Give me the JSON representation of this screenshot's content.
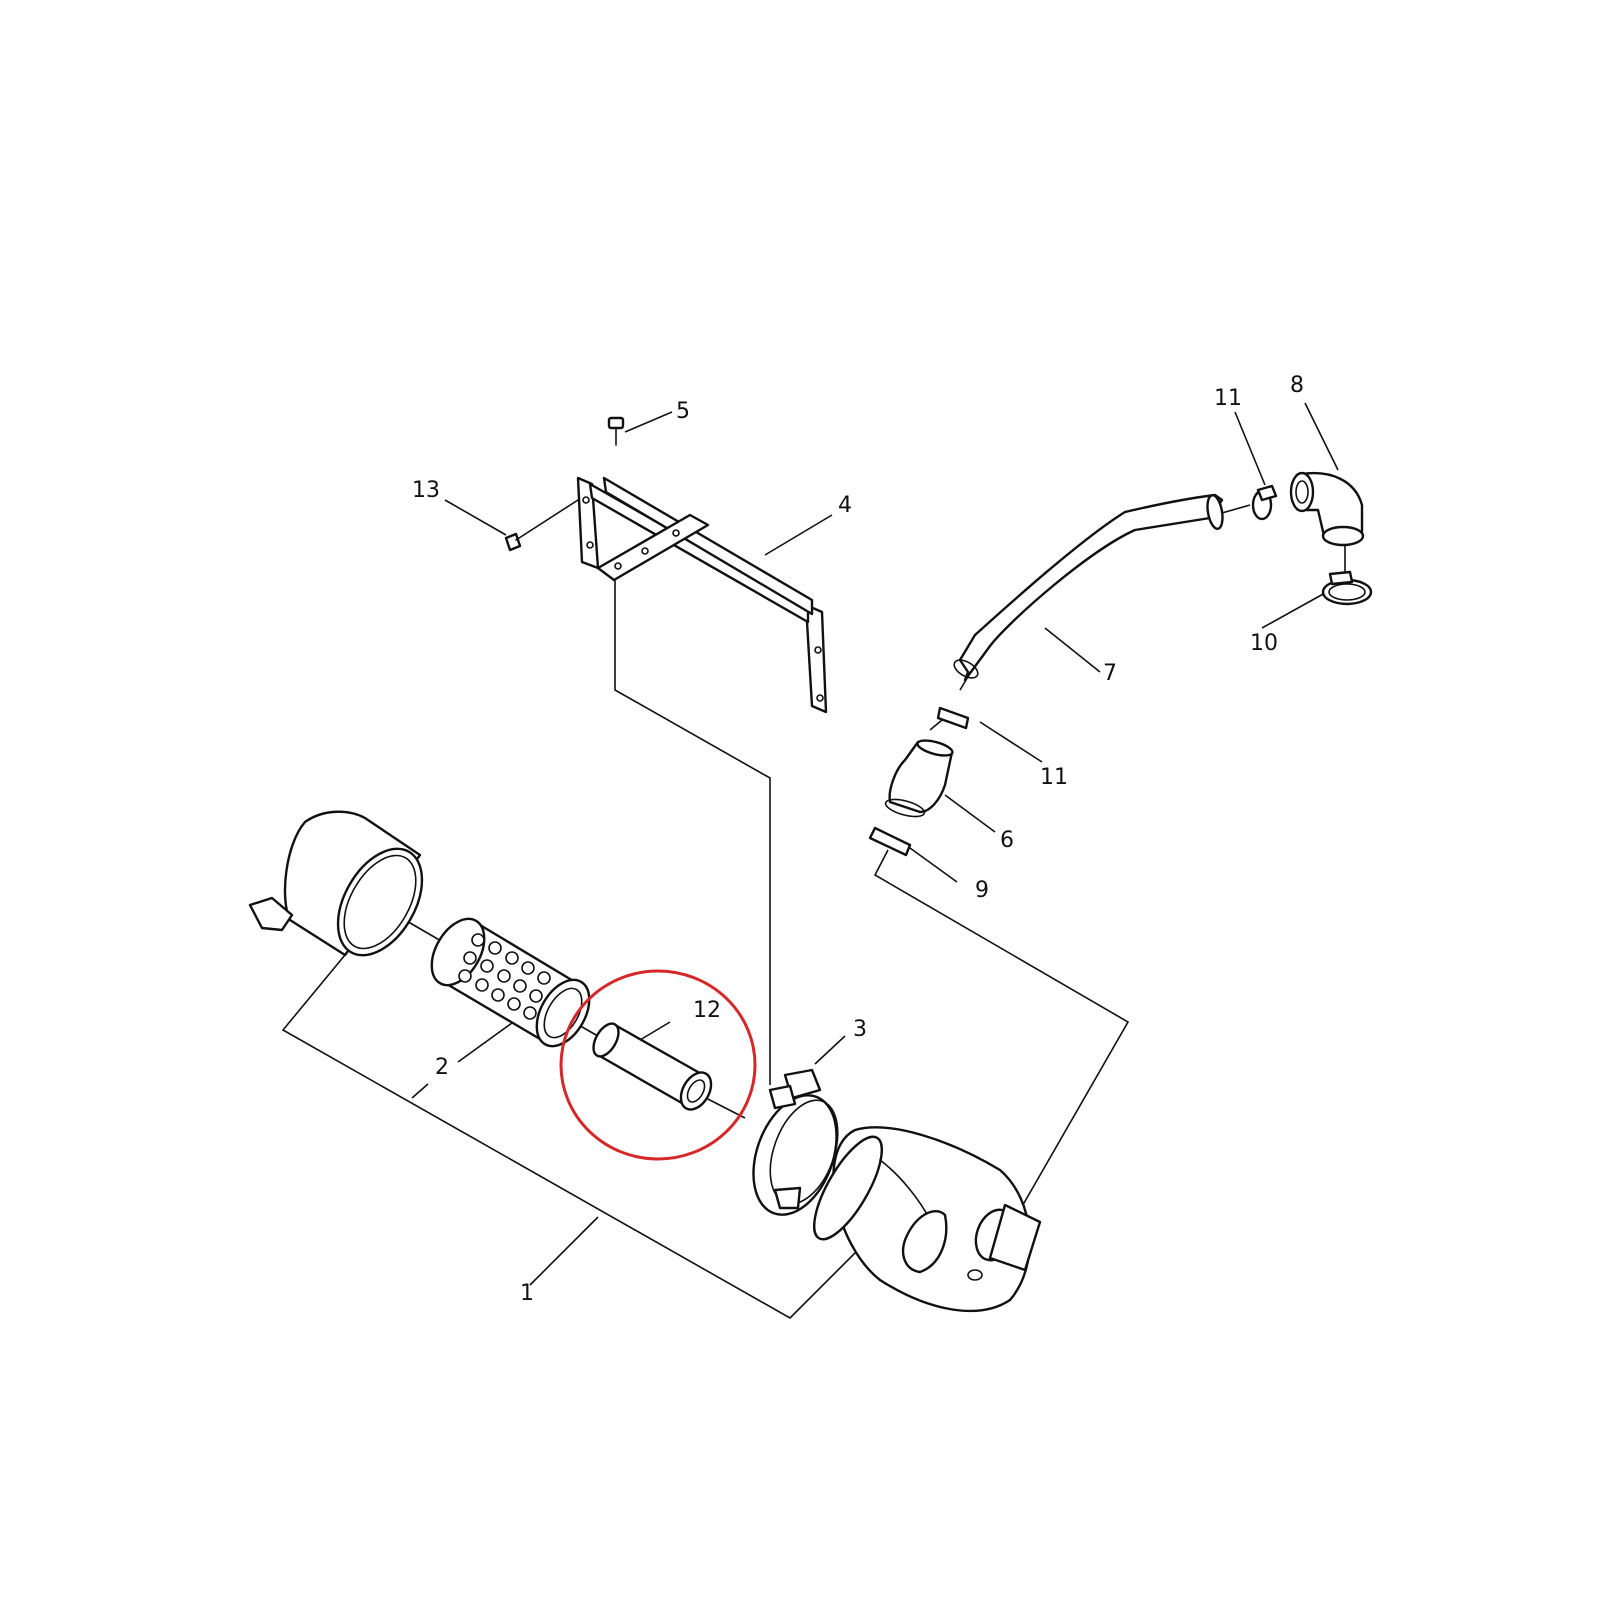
{
  "diagram": {
    "callouts": [
      {
        "id": "c1",
        "label": "1"
      },
      {
        "id": "c2",
        "label": "2"
      },
      {
        "id": "c3",
        "label": "3"
      },
      {
        "id": "c4",
        "label": "4"
      },
      {
        "id": "c5",
        "label": "5"
      },
      {
        "id": "c6",
        "label": "6"
      },
      {
        "id": "c7",
        "label": "7"
      },
      {
        "id": "c8",
        "label": "8"
      },
      {
        "id": "c9",
        "label": "9"
      },
      {
        "id": "c10",
        "label": "10"
      },
      {
        "id": "c11a",
        "label": "11"
      },
      {
        "id": "c11b",
        "label": "11"
      },
      {
        "id": "c12",
        "label": "12"
      },
      {
        "id": "c13",
        "label": "13"
      }
    ],
    "highlight": {
      "color": "#d62828",
      "target": "12"
    },
    "line_color": "#111111",
    "background": "#ffffff"
  }
}
